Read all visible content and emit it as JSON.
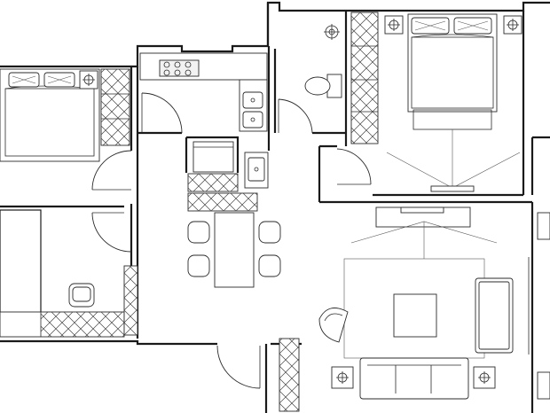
{
  "drawing": {
    "kind": "floor-plan",
    "background": "#ffffff",
    "line_color": "#1a1a1a"
  },
  "rooms": [
    "bedroom-left",
    "study",
    "kitchen",
    "bathroom",
    "master-bedroom",
    "dining",
    "living-room"
  ],
  "furniture": [
    "double-bed-left",
    "double-bed-master",
    "nightstand-lamp",
    "stove-top",
    "kitchen-sink",
    "toilet",
    "wash-basin",
    "shower-head",
    "dining-table",
    "dining-chairs",
    "desk-chair",
    "sofa",
    "armchair",
    "lounge-chair",
    "coffee-table",
    "tv-unit",
    "wardrobes"
  ]
}
